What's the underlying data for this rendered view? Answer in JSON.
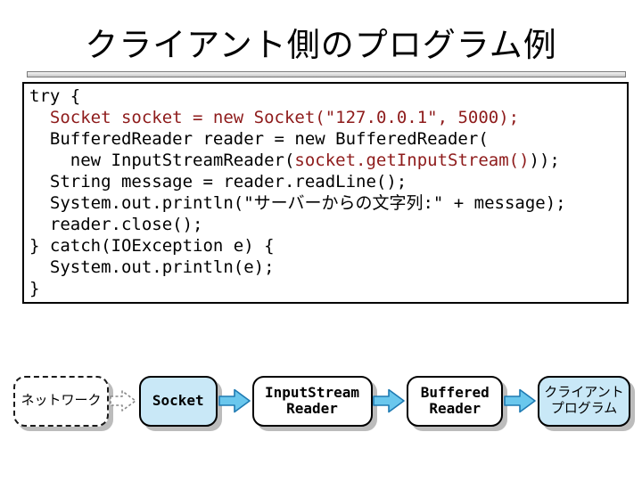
{
  "slide": {
    "title": "クライアント側のプログラム例"
  },
  "colors": {
    "code_black": "#000000",
    "code_red": "#8e1b1b",
    "node_blue_fill": "#c9e8f7",
    "arrow_fill": "#6ac7ed",
    "arrow_border": "#1e7ab2",
    "dashed_arrow_stroke": "#888888",
    "shadow": "#bcbcbc"
  },
  "code": {
    "lines": [
      {
        "segments": [
          {
            "t": "try {",
            "c": "k"
          }
        ]
      },
      {
        "segments": [
          {
            "t": "  ",
            "c": "k"
          },
          {
            "t": "Socket socket = new Socket(\"127.0.0.1\", 5000);",
            "c": "r"
          }
        ]
      },
      {
        "segments": [
          {
            "t": "  BufferedReader reader = new BufferedReader(",
            "c": "k"
          }
        ]
      },
      {
        "segments": [
          {
            "t": "    new InputStreamReader(",
            "c": "k"
          },
          {
            "t": "socket.getInputStream()",
            "c": "r"
          },
          {
            "t": "));",
            "c": "k"
          }
        ]
      },
      {
        "segments": [
          {
            "t": "  String message = reader.readLine();",
            "c": "k"
          }
        ]
      },
      {
        "segments": [
          {
            "t": "  System.out.println(\"サーバーからの文字列:\" + message);",
            "c": "k"
          }
        ]
      },
      {
        "segments": [
          {
            "t": "  reader.close();",
            "c": "k"
          }
        ]
      },
      {
        "segments": [
          {
            "t": "} catch(IOException e) {",
            "c": "k"
          }
        ]
      },
      {
        "segments": [
          {
            "t": "  System.out.println(e);",
            "c": "k"
          }
        ]
      },
      {
        "segments": [
          {
            "t": "}",
            "c": "k"
          }
        ]
      }
    ]
  },
  "diagram": {
    "items": [
      {
        "type": "node",
        "name": "network-node",
        "variant": "dashed",
        "font": "jp",
        "lines": [
          "ネットワーク"
        ]
      },
      {
        "type": "arrow",
        "name": "dashed-arrow-icon",
        "variant": "dashed"
      },
      {
        "type": "node",
        "name": "socket-node",
        "variant": "blue",
        "font": "mono",
        "lines": [
          "Socket"
        ]
      },
      {
        "type": "arrow",
        "name": "flow-arrow-icon",
        "variant": "solid"
      },
      {
        "type": "node",
        "name": "inputstream-reader-node",
        "variant": "white",
        "font": "mono",
        "lines": [
          "InputStream",
          "Reader"
        ]
      },
      {
        "type": "arrow",
        "name": "flow-arrow-icon",
        "variant": "solid"
      },
      {
        "type": "node",
        "name": "buffered-reader-node",
        "variant": "white",
        "font": "mono",
        "lines": [
          "Buffered",
          "Reader"
        ]
      },
      {
        "type": "arrow",
        "name": "flow-arrow-icon",
        "variant": "solid"
      },
      {
        "type": "node",
        "name": "client-program-node",
        "variant": "blue",
        "font": "jp",
        "lines": [
          "クライアント",
          "プログラム"
        ]
      }
    ]
  }
}
